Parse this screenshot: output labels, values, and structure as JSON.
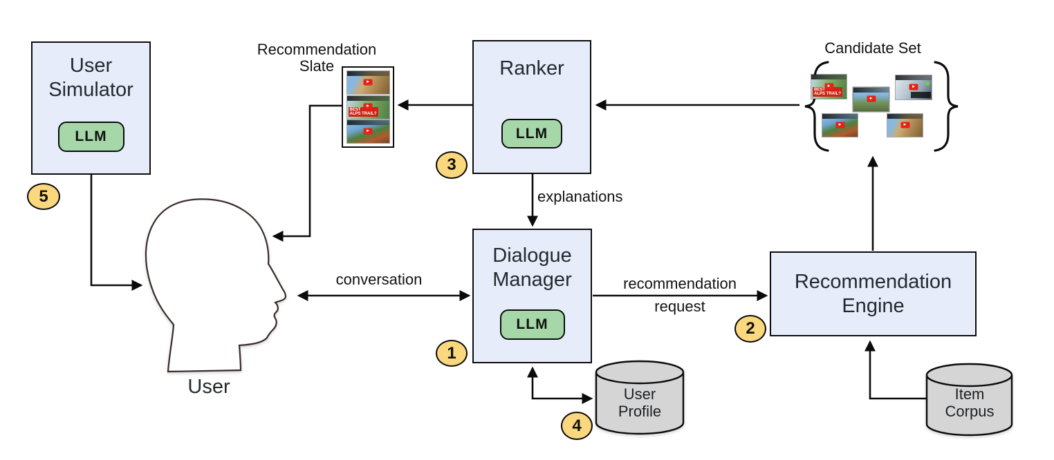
{
  "colors": {
    "node_fill": "#E6ECFA",
    "node_border": "#0B0B0B",
    "chip_fill": "#A6D7A8",
    "badge_fill": "#FBD87E",
    "cylinder_fill": "#D5D5D5",
    "arrow": "#0B0B0B",
    "text": "#1F2328",
    "youtube_red": "#E62117"
  },
  "nodes": {
    "user_simulator": {
      "title": "User Simulator",
      "chip": "LLM",
      "badge": "5"
    },
    "user": {
      "label": "User"
    },
    "recommendation_slate": {
      "label": "Recommendation Slate"
    },
    "ranker": {
      "title": "Ranker",
      "chip": "LLM",
      "badge": "3"
    },
    "dialogue_manager": {
      "title": "Dialogue Manager",
      "chip": "LLM",
      "badge": "1"
    },
    "recommendation_engine": {
      "title": "Recommendation Engine",
      "badge": "2"
    },
    "candidate_set": {
      "label": "Candidate Set"
    },
    "user_profile": {
      "label": "User Profile",
      "badge": "4"
    },
    "item_corpus": {
      "label": "Item Corpus"
    }
  },
  "edges": {
    "conversation": {
      "label": "conversation"
    },
    "explanations": {
      "label": "explanations"
    },
    "recommendation_request": {
      "line1": "recommendation",
      "line2": "request"
    }
  },
  "icons": {
    "play_button": "▶",
    "brace_left": "{",
    "brace_right": "}",
    "user_head": "profile-silhouette",
    "database_cylinder": "cylinder"
  },
  "thumbnails": {
    "alps_tag": {
      "line1": "BEST",
      "line2": "ALPS TRAIL?"
    }
  }
}
